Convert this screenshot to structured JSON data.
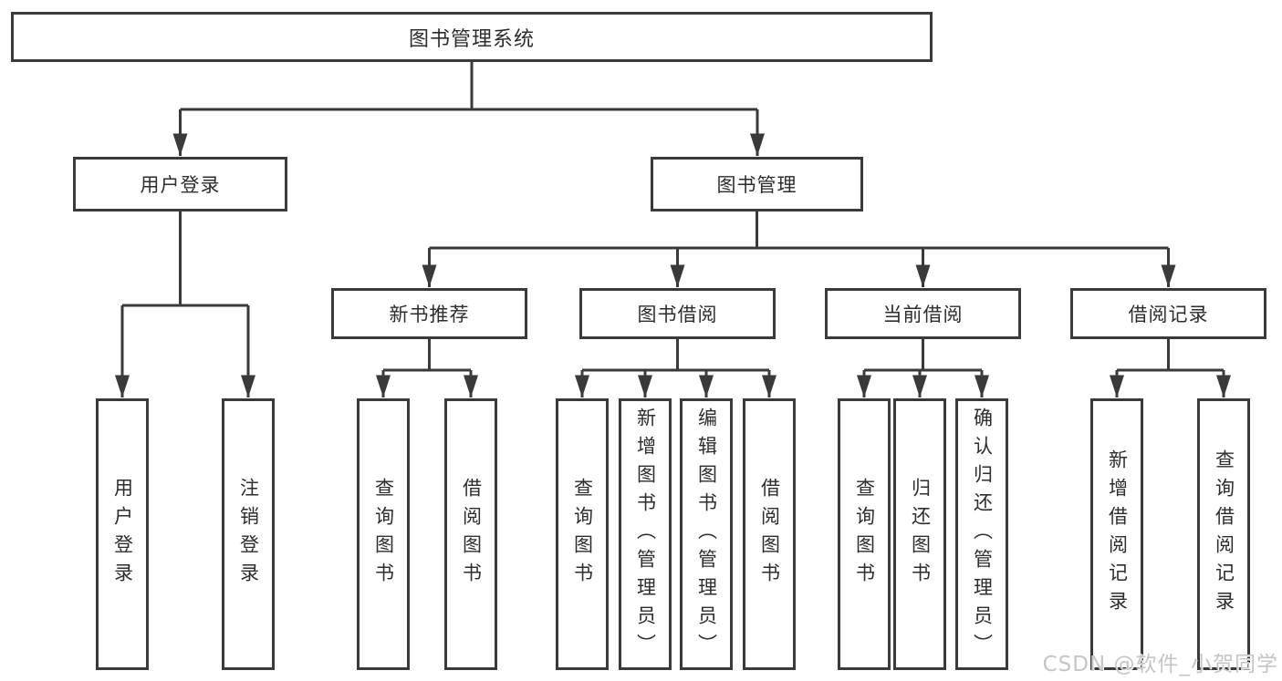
{
  "diagram": {
    "level1": {
      "label": "图书管理系统"
    },
    "level2": [
      {
        "label": "用户登录",
        "children": [
          {
            "label": "用户登录"
          },
          {
            "label": "注销登录"
          }
        ]
      },
      {
        "label": "图书管理",
        "children": [
          {
            "label": "新书推荐",
            "children": [
              {
                "label": "查询图书"
              },
              {
                "label": "借阅图书"
              }
            ]
          },
          {
            "label": "图书借阅",
            "children": [
              {
                "label": "查询图书"
              },
              {
                "label": "新增图书（管理员）"
              },
              {
                "label": "编辑图书（管理员）"
              },
              {
                "label": "借阅图书"
              }
            ]
          },
          {
            "label": "当前借阅",
            "children": [
              {
                "label": "查询图书"
              },
              {
                "label": "归还图书"
              },
              {
                "label": "确认归还（管理员）"
              }
            ]
          },
          {
            "label": "借阅记录",
            "children": [
              {
                "label": "新增借阅记录"
              },
              {
                "label": "查询借阅记录"
              }
            ]
          }
        ]
      }
    ],
    "line_color": "#3a3a3a"
  },
  "watermark": {
    "text": "CSDN @软件_小贺同学",
    "color": "#c5c5c5"
  }
}
